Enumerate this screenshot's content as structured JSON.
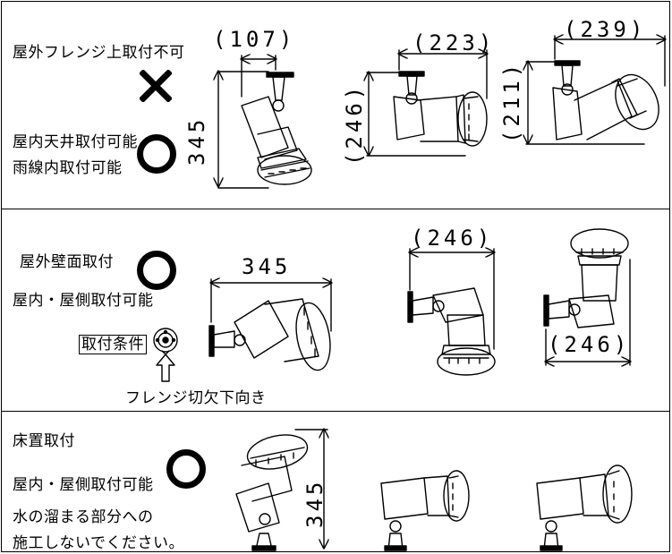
{
  "section1": {
    "outdoor_flange_top": "屋外フレンジ上取付不可",
    "indoor_ceiling": "屋内天井取付可能",
    "rain_line": "雨線内取付可能",
    "dim_a": "107",
    "dim_b": "223",
    "dim_c": "239",
    "dim_v1": "345",
    "dim_v2": "246",
    "dim_v3": "211"
  },
  "section2": {
    "outdoor_wall": "屋外壁面取付",
    "indoor_side": "屋内・屋側取付可能",
    "condition": "取付条件",
    "flange_note": "フレンジ切欠下向き",
    "dim_h1": "345",
    "dim_h2": "246",
    "dim_h3": "246"
  },
  "section3": {
    "floor": "床置取付",
    "indoor_side": "屋内・屋側取付可能",
    "water_1": "水の溜まる部分への",
    "water_2": "施工しないでください。",
    "dim_v": "345"
  },
  "marks": {
    "ok_symbol": "circle-mark",
    "ng_symbol": "cross-mark"
  }
}
